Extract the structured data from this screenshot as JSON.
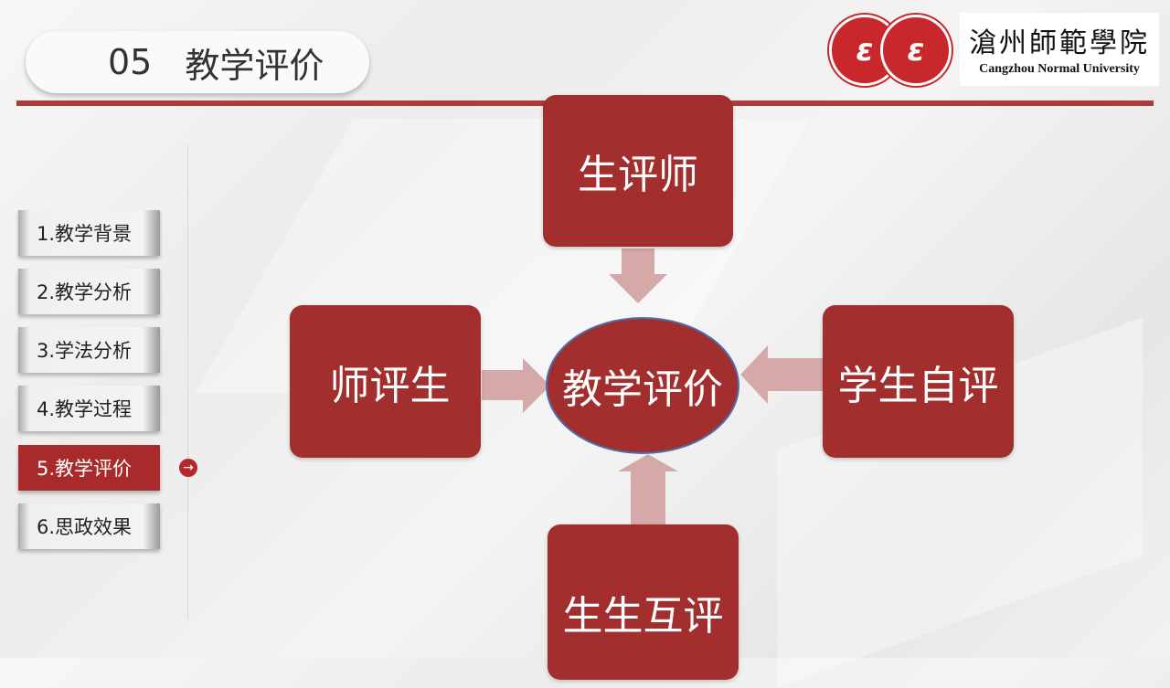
{
  "header": {
    "number": "05",
    "title": "教学评价"
  },
  "logo": {
    "name_cn": "滄州師範學院",
    "name_en": "Cangzhou Normal University"
  },
  "nav": {
    "items": [
      {
        "label": "1.教学背景"
      },
      {
        "label": "2.教学分析"
      },
      {
        "label": "3.学法分析"
      },
      {
        "label": "4.教学过程"
      },
      {
        "label": "5.教学评价",
        "active": true
      },
      {
        "label": "6.思政效果"
      }
    ]
  },
  "diagram": {
    "center": "教学评价",
    "top": "生评师",
    "left": "师评生",
    "right": "学生自评",
    "bottom": "生生互评"
  },
  "colors": {
    "accent": "#a22f2e",
    "arrow": "#d4a9a8"
  }
}
